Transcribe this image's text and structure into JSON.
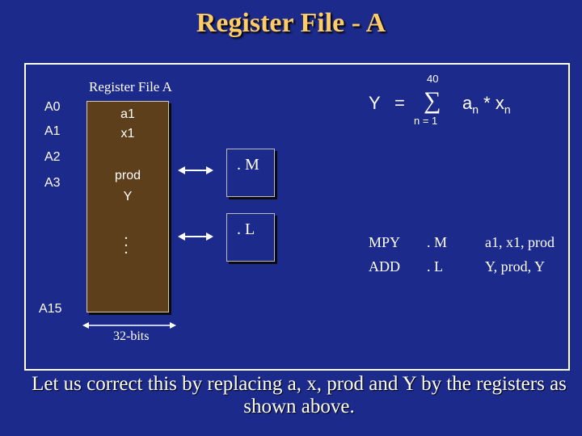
{
  "title": "Register File - A",
  "register_file": {
    "label": "Register File A",
    "register_labels": [
      "A0",
      "A1",
      "A2",
      "A3",
      "A15"
    ],
    "contents": [
      "a1",
      "x1",
      "prod",
      "Y"
    ],
    "dots": ". . .",
    "width_label": "32-bits"
  },
  "units": {
    "m": ". M",
    "l": ". L"
  },
  "equation": {
    "lhs": "Y",
    "eq": "=",
    "sigma": "∑",
    "upper": "40",
    "lower": "n = 1",
    "term_a": "a",
    "term_sub_n1": "n",
    "star": "*",
    "term_x": "x",
    "term_sub_n2": "n"
  },
  "instructions": [
    {
      "op": "MPY",
      "unit": ". M",
      "args": "a1, x1, prod"
    },
    {
      "op": "ADD",
      "unit": ". L",
      "args": "Y, prod, Y"
    }
  ],
  "caption": "Let us correct this by replacing a, x, prod and Y by the registers as shown above."
}
